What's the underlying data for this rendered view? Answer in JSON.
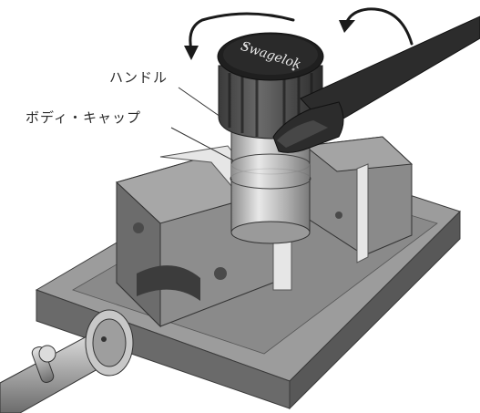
{
  "labels": {
    "handle": "ハンドル",
    "body_cap": "ボディ・キャップ"
  },
  "brand": {
    "logo_text": "Swagelok"
  },
  "colors": {
    "vise_top": "#9a9a9a",
    "vise_front": "#6e6e6e",
    "vise_side": "#5c5c5c",
    "jaw_plate": "#e4e4e4",
    "wrench": "#2e2e2e",
    "knob_cap": "#1f1f1f",
    "knob_ring": "#4a4a4a",
    "metal": "#bdbdbd",
    "arrow": "#1a1a1a",
    "leader": "#333333"
  },
  "icons": {
    "rotation_arrows": [
      "counterclockwise-arrow-icon",
      "counterclockwise-arrow-icon"
    ]
  }
}
